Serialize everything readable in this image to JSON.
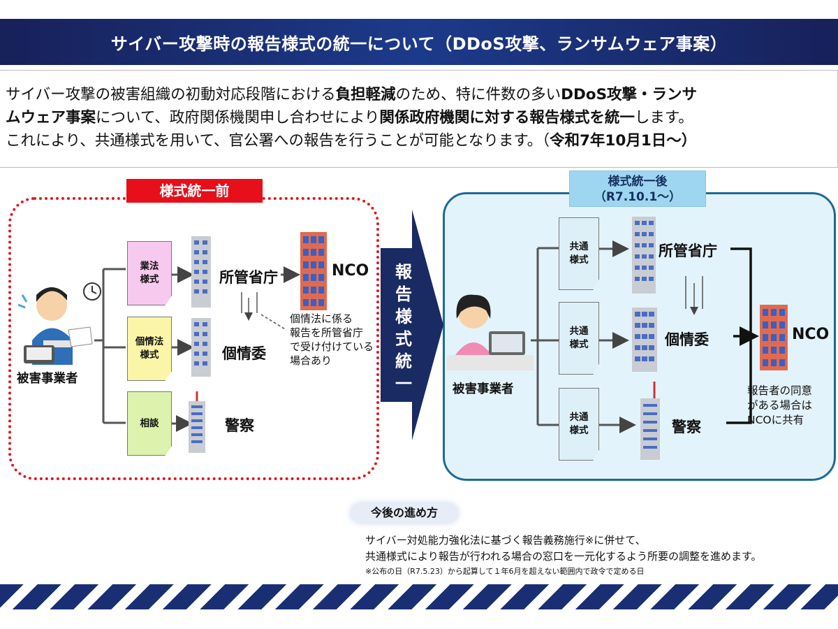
{
  "header": {
    "title": "サイバー攻撃時の報告様式の統一について（DDoS攻撃、ランサムウェア事案）"
  },
  "intro": {
    "l1": [
      "サイバー攻撃の被害組織の初動対応段階における",
      "負担軽減",
      "のため、特に件数の多い",
      "DDoS攻撃・ランサ"
    ],
    "l2": [
      "ムウェア事案",
      "について、政府関係機関申し合わせにより",
      "関係政府機関に対する報告様式を統一",
      "します。"
    ],
    "l3": [
      "これにより、共通様式を用いて、官公署への報告を行うことが可能となります。（",
      "令和7年10月1日～）"
    ]
  },
  "before": {
    "label": "様式統一前",
    "forms": {
      "gyoho": "業法\n様式",
      "kojo": "個情法\n様式",
      "sodan": "相談"
    },
    "orgs": {
      "shokan": "所管省庁",
      "nco": "NCO",
      "kojoi": "個情委",
      "keisatsu": "警察"
    },
    "note": "個情法に係る\n報告を所管省庁\nで受け付けている\n場合あり",
    "victim": "被害事業者"
  },
  "center": {
    "label": "報\n告\n様\n式\n統\n一"
  },
  "after": {
    "label": "様式統一後\n（R7.10.1～）",
    "form": "共通\n様式",
    "orgs": {
      "shokan": "所管省庁",
      "kojoi": "個情委",
      "keisatsu": "警察",
      "nco": "NCO"
    },
    "note": "報告者の同意\nがある場合は\nNCOに共有",
    "victim": "被害事業者"
  },
  "progress": {
    "label": "今後の進め方",
    "l1": "サイバー対処能力強化法に基づく報告義務施行※に併せて、",
    "l2": "共通様式により報告が行われる場合の窓口を一元化するよう所要の調整を進めます。",
    "foot": "※公布の日（R7.5.23）から起算して１年6月を超えない範囲内で政令で定める日"
  }
}
